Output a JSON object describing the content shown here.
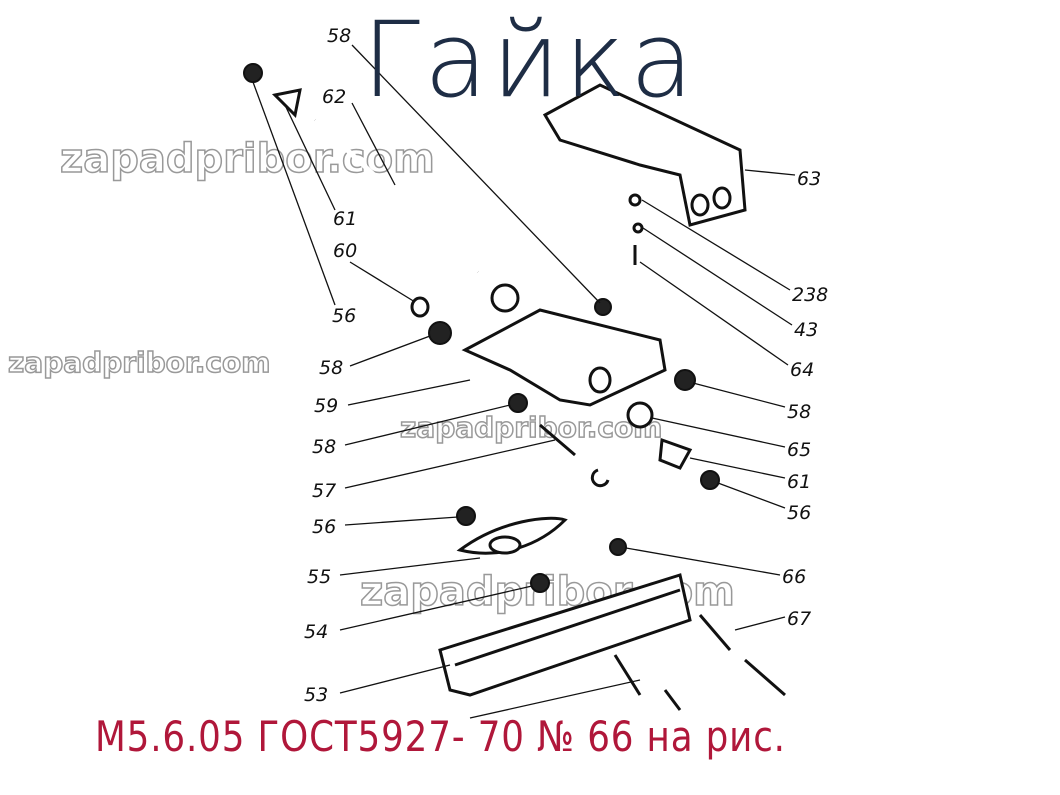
{
  "title": "Гайка",
  "caption": "М5.6.05 ГОСТ5927- 70 № 66 на рис.",
  "colors": {
    "title": "#1e2d45",
    "caption": "#b0173a"
  },
  "watermark": "zapadpribor.com",
  "labels": [
    "58",
    "62",
    "61",
    "60",
    "56",
    "58",
    "59",
    "58",
    "57",
    "56",
    "55",
    "54",
    "53",
    "63",
    "238",
    "43",
    "64",
    "58",
    "65",
    "61",
    "56",
    "66",
    "67"
  ]
}
